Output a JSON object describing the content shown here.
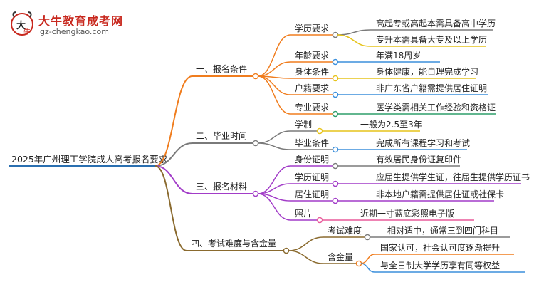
{
  "logo": {
    "title": "大牛教育成考网",
    "url": "gz-chengkao.com"
  },
  "root": "2025年广州理工学院成人高考报名要求",
  "branches": [
    {
      "label": "一、报名条件",
      "children": [
        {
          "label": "学历要求",
          "leaves": [
            "高起专或高起本需具备高中学历",
            "专升本需具备大专及以上学历"
          ]
        },
        {
          "label": "年龄要求",
          "leaves": [
            "年满18周岁"
          ]
        },
        {
          "label": "身体条件",
          "leaves": [
            "身体健康，能自理完成学习"
          ]
        },
        {
          "label": "户籍要求",
          "leaves": [
            "非广东省户籍需提供居住证明"
          ]
        },
        {
          "label": "专业要求",
          "leaves": [
            "医学类需相关工作经验和资格证"
          ]
        }
      ]
    },
    {
      "label": "二、毕业时间",
      "children": [
        {
          "label": "学制",
          "leaves": [
            "一般为2.5至3年"
          ]
        },
        {
          "label": "毕业条件",
          "leaves": [
            "完成所有课程学习和考试"
          ]
        }
      ]
    },
    {
      "label": "三、报名材料",
      "children": [
        {
          "label": "身份证明",
          "leaves": [
            "有效居民身份证复印件"
          ]
        },
        {
          "label": "学历证明",
          "leaves": [
            "应届生提供学生证，往届生提供学历证书"
          ]
        },
        {
          "label": "居住证明",
          "leaves": [
            "非本地户籍需提供居住证或社保卡"
          ]
        },
        {
          "label": "照片",
          "leaves": [
            "近期一寸蓝底彩照电子版"
          ]
        }
      ]
    },
    {
      "label": "四、考试难度与含金量",
      "children": [
        {
          "label": "考试难度",
          "leaves": [
            "相对适中，通常三到四门科目"
          ]
        },
        {
          "label": "含金量",
          "leaves": [
            "国家认可，社会认可度逐渐提升",
            "与全日制大学学历享有同等权益"
          ]
        }
      ]
    }
  ]
}
